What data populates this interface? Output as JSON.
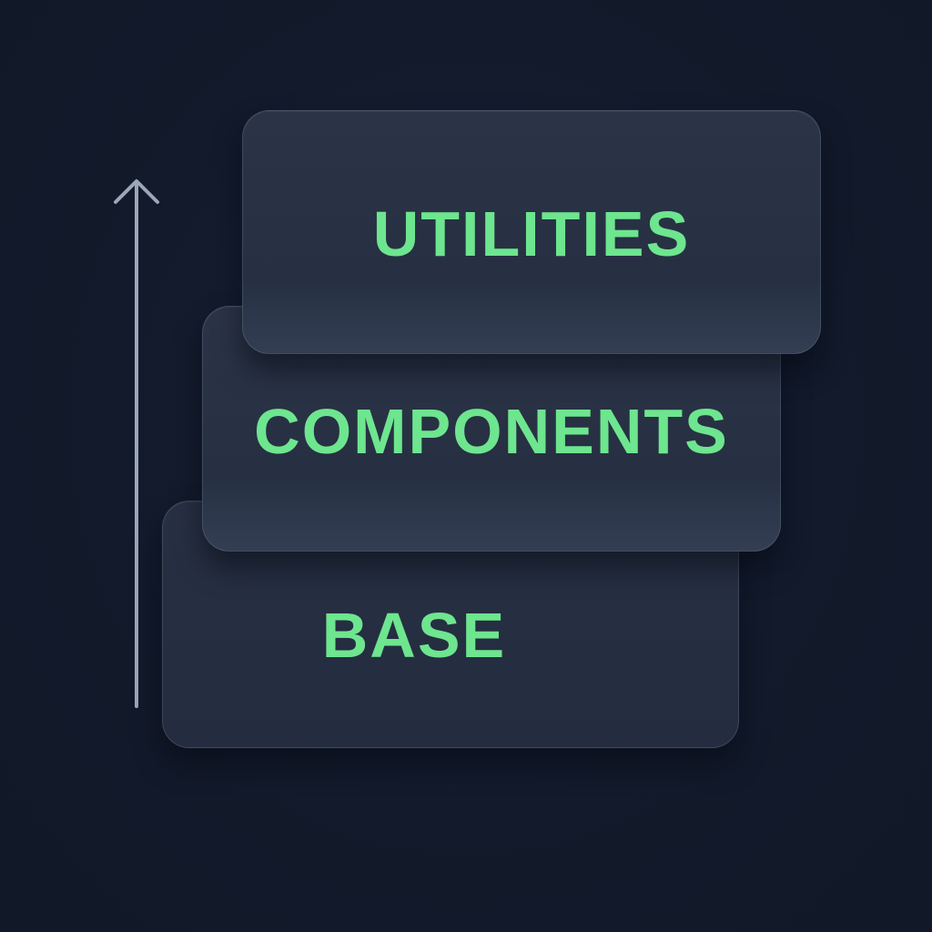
{
  "diagram": {
    "layers": [
      {
        "id": "utilities",
        "label": "UTILITIES"
      },
      {
        "id": "components",
        "label": "COMPONENTS"
      },
      {
        "id": "base",
        "label": "BASE"
      }
    ],
    "direction_icon": "arrow-up-icon",
    "colors": {
      "background": "#121a2b",
      "card": "#283144",
      "label": "#6ee58f",
      "arrow": "#9ba6b8"
    }
  }
}
